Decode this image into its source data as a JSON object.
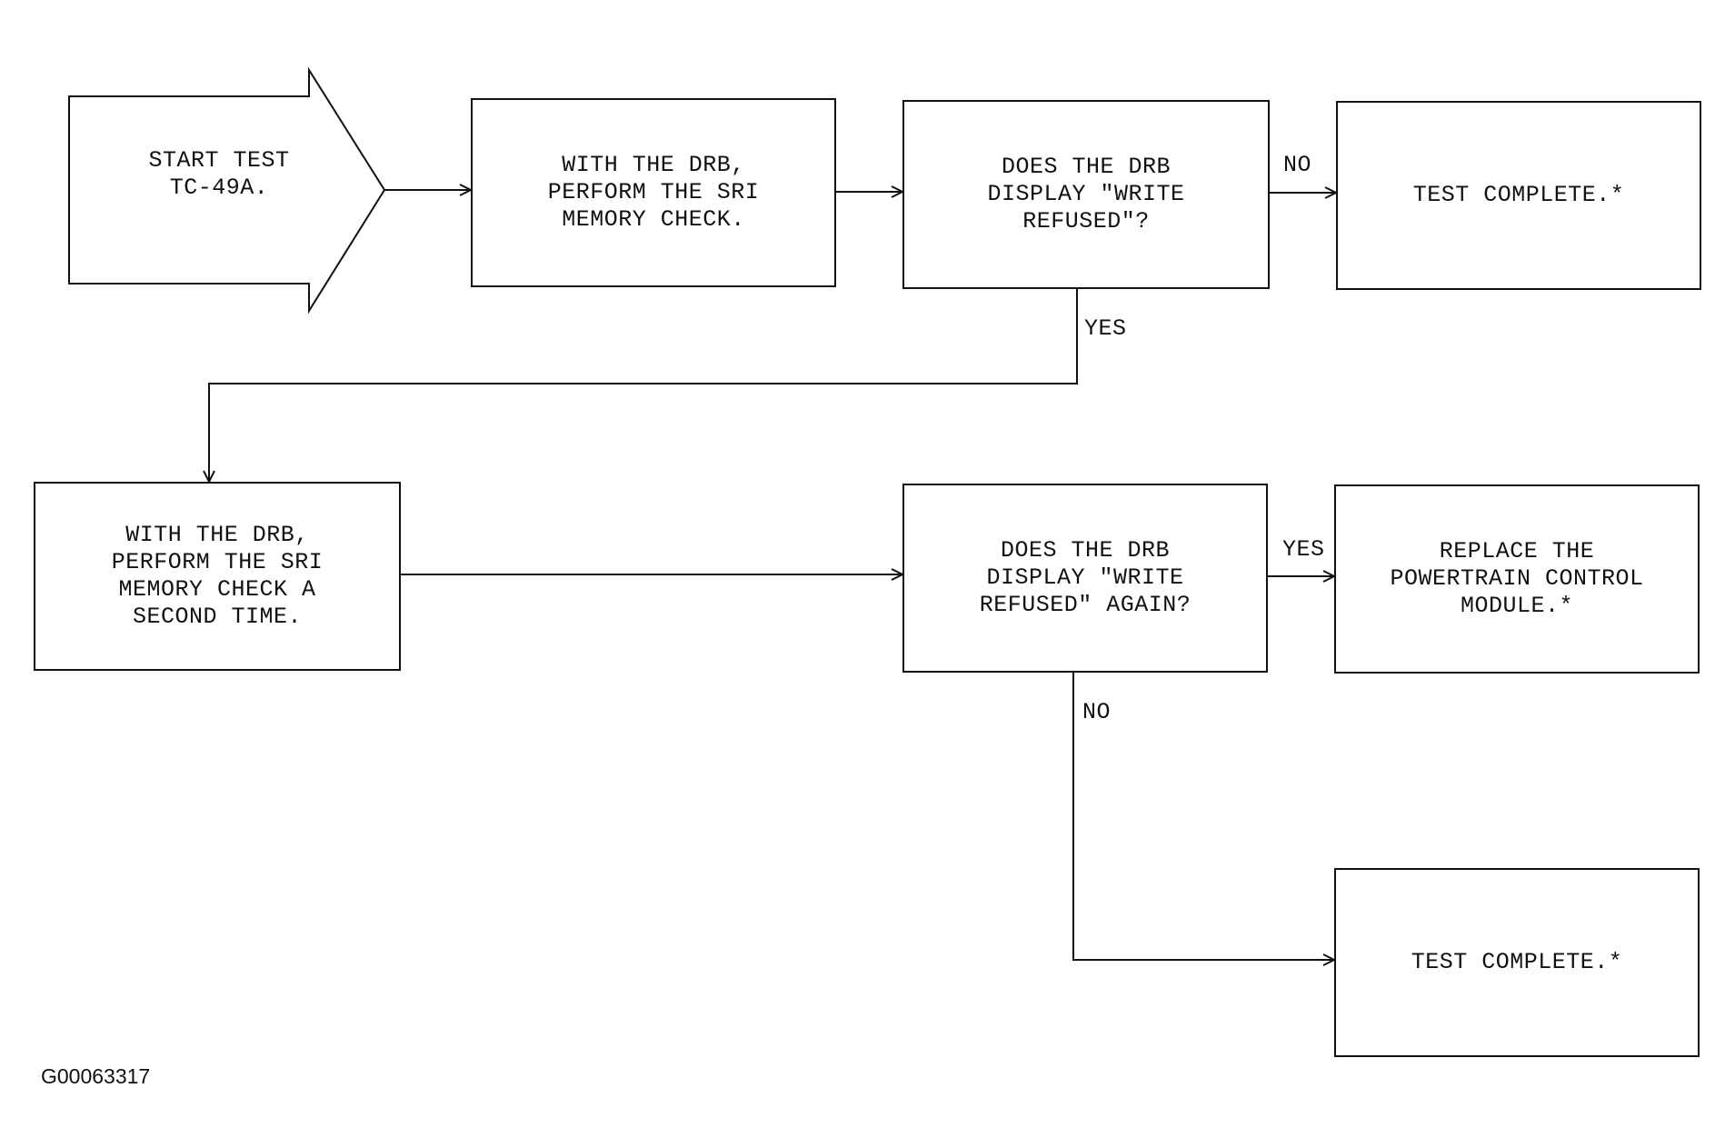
{
  "diagram": {
    "figure_id": "G00063317",
    "nodes": {
      "start": "START TEST\nTC-49A.",
      "step1": "WITH THE DRB,\nPERFORM THE SRI\nMEMORY CHECK.",
      "decision1": "DOES THE DRB\nDISPLAY \"WRITE\nREFUSED\"?",
      "complete1": "TEST COMPLETE.*",
      "step2": "WITH THE DRB,\nPERFORM THE SRI\nMEMORY CHECK A\nSECOND TIME.",
      "decision2": "DOES THE DRB\nDISPLAY \"WRITE\nREFUSED\" AGAIN?",
      "replace": "REPLACE THE\nPOWERTRAIN CONTROL\nMODULE.*",
      "complete2": "TEST COMPLETE.*"
    },
    "edge_labels": {
      "d1_no": "NO",
      "d1_yes": "YES",
      "d2_yes": "YES",
      "d2_no": "NO"
    }
  }
}
